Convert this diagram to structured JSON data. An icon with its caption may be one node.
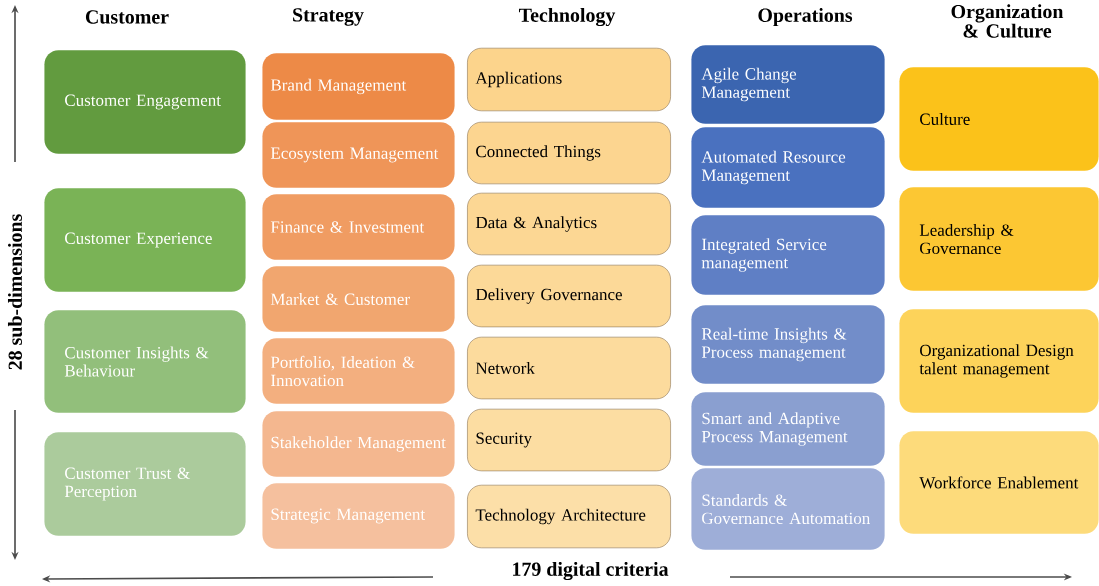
{
  "diagram": {
    "nodes": [
      {
        "text": [
          "Customer Engagement"
        ]
      },
      {
        "text": [
          "Customer Experience"
        ]
      },
      {
        "text": [
          "Customer Insights & Behaviour"
        ]
      },
      {
        "text": [
          "Customer Trust & Perception"
        ]
      },
      {
        "text": [
          "Brand Management"
        ]
      },
      {
        "text": [
          "Ecosystem Management"
        ]
      },
      {
        "text": [
          "Finance & Investment"
        ]
      },
      {
        "text": [
          "Market & Customer"
        ]
      },
      {
        "text": [
          "Portfolio, Ideation & Innovation"
        ]
      },
      {
        "text": [
          "Stakeholder Management"
        ]
      },
      {
        "text": [
          "Strategic Management"
        ]
      },
      {
        "text": [
          "Applications"
        ]
      },
      {
        "text": [
          "Connected Things"
        ]
      },
      {
        "text": [
          "Data & Analytics"
        ]
      },
      {
        "text": [
          "Delivery Governance"
        ]
      },
      {
        "text": [
          "Network"
        ]
      },
      {
        "text": [
          "Security"
        ]
      },
      {
        "text": [
          "Technology Architecture"
        ]
      },
      {
        "text": [
          "Agile Change Management"
        ]
      },
      {
        "text": [
          "Automated Resource Management"
        ]
      },
      {
        "text": [
          "Integrated Service management"
        ]
      },
      {
        "text": [
          "Real-time Insights & Process management"
        ]
      },
      {
        "text": [
          "Smart and Adaptive Process Management"
        ]
      },
      {
        "text": [
          "Standards & Governance Automation"
        ]
      },
      {
        "text": [
          "Culture"
        ]
      },
      {
        "text": [
          "Leadership & Governance"
        ]
      },
      {
        "text": [
          "Organizational Design talent management"
        ]
      },
      {
        "text": [
          "Workforce Enablement"
        ]
      }
    ],
    "labels": [
      "Customer",
      "Strategy",
      "Technology",
      "Operations",
      "Organization & Culture",
      "28 sub-dimensions",
      "179 digital criteria"
    ]
  }
}
